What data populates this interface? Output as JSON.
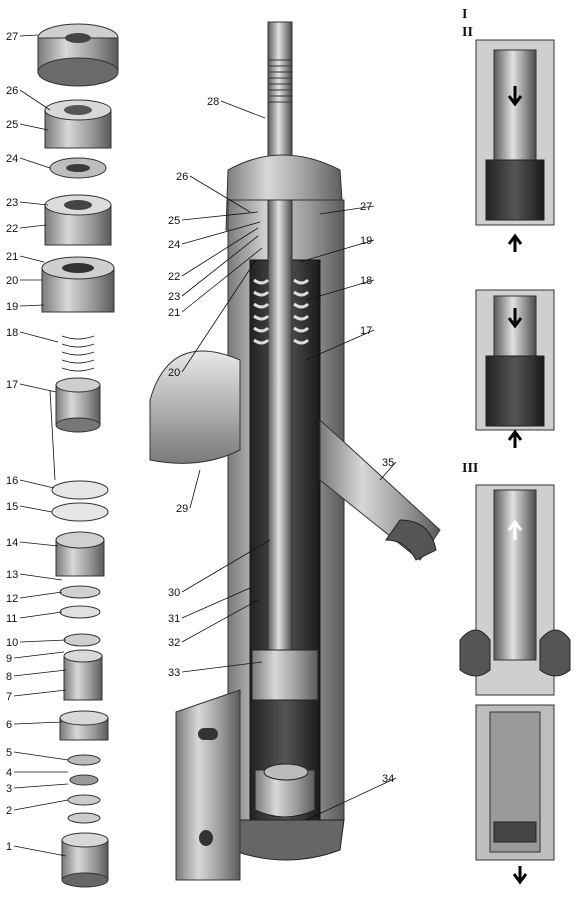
{
  "diagram": {
    "callouts_left": [
      "27",
      "26",
      "25",
      "24",
      "23",
      "22",
      "21",
      "20",
      "19",
      "18",
      "17",
      "16",
      "15",
      "14",
      "13",
      "12",
      "11",
      "10",
      "9",
      "8",
      "7",
      "6",
      "5",
      "4",
      "3",
      "2",
      "1"
    ],
    "callouts_center": [
      "28",
      "26",
      "25",
      "24",
      "22",
      "23",
      "21",
      "20",
      "27",
      "19",
      "18",
      "17",
      "29",
      "30",
      "31",
      "32",
      "33",
      "34",
      "35"
    ],
    "stage_labels": [
      "I",
      "II",
      "III"
    ],
    "colors": {
      "metal_dark": "#3a3a3a",
      "metal_mid": "#8a8a8a",
      "metal_light": "#d6d6d6",
      "ink": "#111111",
      "paper": "#ffffff"
    },
    "icons": [
      "arrow-down-icon",
      "arrow-up-icon"
    ]
  }
}
